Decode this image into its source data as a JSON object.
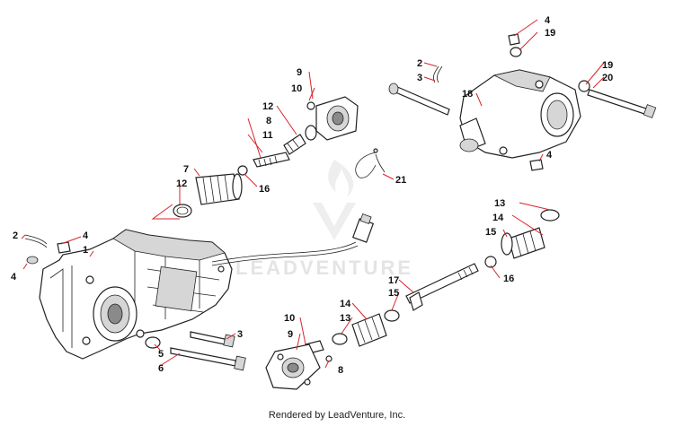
{
  "watermark": {
    "text": "LEADVENTURE",
    "logo": "leadventure-flame-logo"
  },
  "footer": {
    "credit": "Rendered by LeadVenture, Inc."
  },
  "callouts": [
    {
      "id": "c1",
      "part": "2"
    },
    {
      "id": "c2",
      "part": "4"
    },
    {
      "id": "c3",
      "part": "1"
    },
    {
      "id": "c4",
      "part": "4"
    },
    {
      "id": "c5",
      "part": "5"
    },
    {
      "id": "c6",
      "part": "6"
    },
    {
      "id": "c7",
      "part": "3"
    },
    {
      "id": "c8",
      "part": "7"
    },
    {
      "id": "c9",
      "part": "12"
    },
    {
      "id": "c10",
      "part": "16"
    },
    {
      "id": "c11",
      "part": "9"
    },
    {
      "id": "c12",
      "part": "10"
    },
    {
      "id": "c13",
      "part": "12"
    },
    {
      "id": "c14",
      "part": "8"
    },
    {
      "id": "c15",
      "part": "11"
    },
    {
      "id": "c16",
      "part": "21"
    },
    {
      "id": "c17",
      "part": "4"
    },
    {
      "id": "c18",
      "part": "19"
    },
    {
      "id": "c19",
      "part": "2"
    },
    {
      "id": "c20",
      "part": "3"
    },
    {
      "id": "c21",
      "part": "18"
    },
    {
      "id": "c22",
      "part": "19"
    },
    {
      "id": "c23",
      "part": "20"
    },
    {
      "id": "c24",
      "part": "4"
    },
    {
      "id": "c25",
      "part": "13"
    },
    {
      "id": "c26",
      "part": "14"
    },
    {
      "id": "c27",
      "part": "15"
    },
    {
      "id": "c28",
      "part": "16"
    },
    {
      "id": "c29",
      "part": "17"
    },
    {
      "id": "c30",
      "part": "15"
    },
    {
      "id": "c31",
      "part": "14"
    },
    {
      "id": "c32",
      "part": "13"
    },
    {
      "id": "c33",
      "part": "10"
    },
    {
      "id": "c34",
      "part": "9"
    },
    {
      "id": "c35",
      "part": "8"
    }
  ]
}
